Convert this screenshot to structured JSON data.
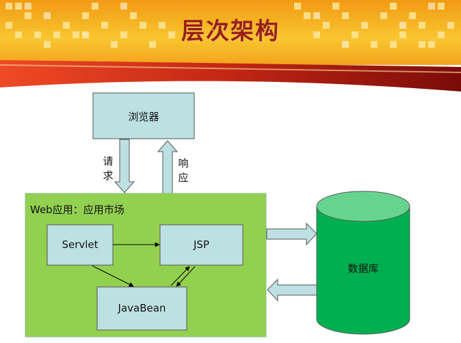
{
  "slide": {
    "title": "层次架构"
  },
  "diagram": {
    "browser": "浏览器",
    "request": "请求",
    "response": "响应",
    "web_app": "Web应用：应用市场",
    "servlet": "Servlet",
    "jsp": "JSP",
    "javabean": "JavaBean",
    "database": "数据库"
  },
  "colors": {
    "box_fill": "#bde0e2",
    "web_app_fill": "#92d050",
    "database_fill": "#00b050",
    "database_top": "#66d48f",
    "banner_red": "#b01e10",
    "banner_gold": "#f6c02c"
  }
}
